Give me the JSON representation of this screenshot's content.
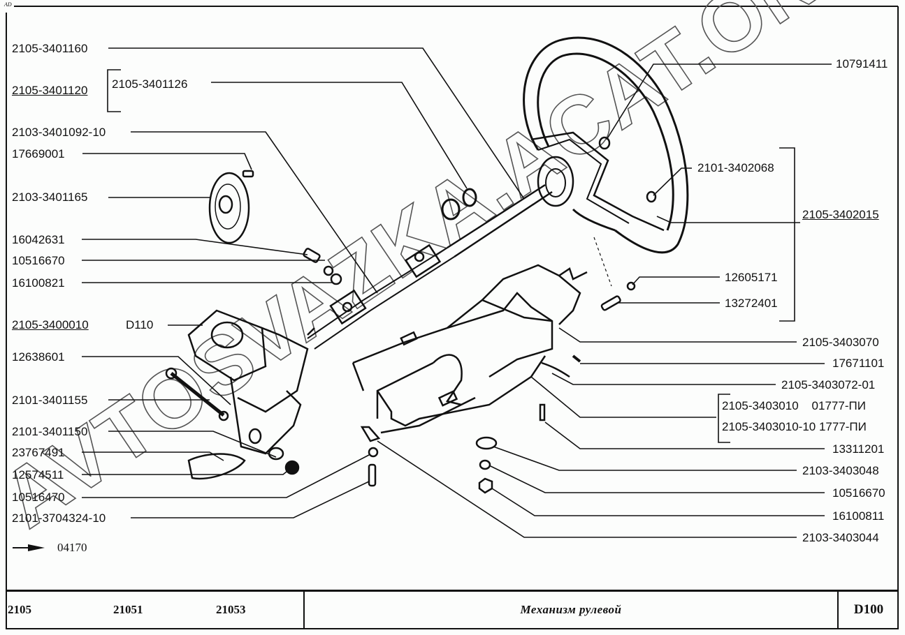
{
  "page": {
    "corner_mark": "AD",
    "watermark": "AVTOSVAZKA.ACAT.ONLINE"
  },
  "diagram": {
    "title": "Механизм рулевой",
    "page_code": "D100",
    "models": [
      "2105",
      "21051",
      "21053"
    ],
    "reference_arrow_label": "04170"
  },
  "labels_left": [
    {
      "id": "l1",
      "text": "2105-3401160",
      "underline": false
    },
    {
      "id": "l2",
      "text": "2105-3401120",
      "underline": true
    },
    {
      "id": "l3",
      "text": "2105-3401126",
      "underline": false
    },
    {
      "id": "l4",
      "text": "2103-3401092-10",
      "underline": false
    },
    {
      "id": "l5",
      "text": "17669001",
      "underline": false
    },
    {
      "id": "l6",
      "text": "2103-3401165",
      "underline": false
    },
    {
      "id": "l7",
      "text": "16042631",
      "underline": false
    },
    {
      "id": "l8",
      "text": "10516670",
      "underline": false
    },
    {
      "id": "l9",
      "text": "16100821",
      "underline": false
    },
    {
      "id": "l10",
      "text": "2105-3400010",
      "underline": true
    },
    {
      "id": "l10b",
      "text": "D110",
      "underline": false
    },
    {
      "id": "l11",
      "text": "12638601",
      "underline": false
    },
    {
      "id": "l12",
      "text": "2101-3401155",
      "underline": false
    },
    {
      "id": "l13",
      "text": "2101-3401150",
      "underline": false
    },
    {
      "id": "l14",
      "text": "23767491",
      "underline": false
    },
    {
      "id": "l15",
      "text": "12574511",
      "underline": false
    },
    {
      "id": "l16",
      "text": "10516470",
      "underline": false
    },
    {
      "id": "l17",
      "text": "2101-3704324-10",
      "underline": false
    }
  ],
  "labels_right": [
    {
      "id": "r1",
      "text": "10791411",
      "underline": false
    },
    {
      "id": "r2",
      "text": "2101-3402068",
      "underline": false
    },
    {
      "id": "r3",
      "text": "2105-3402015",
      "underline": true
    },
    {
      "id": "r4",
      "text": "12605171",
      "underline": false
    },
    {
      "id": "r5",
      "text": "13272401",
      "underline": false
    },
    {
      "id": "r6",
      "text": "2105-3403070",
      "underline": false
    },
    {
      "id": "r7",
      "text": "17671101",
      "underline": false
    },
    {
      "id": "r8",
      "text": "2105-3403072-01",
      "underline": false
    },
    {
      "id": "r9",
      "text": "2105-3403010    01777-ПИ",
      "underline": false
    },
    {
      "id": "r10",
      "text": "2105-3403010-10 1777-ПИ",
      "underline": false
    },
    {
      "id": "r11",
      "text": "13311201",
      "underline": false
    },
    {
      "id": "r12",
      "text": "2103-3403048",
      "underline": false
    },
    {
      "id": "r13",
      "text": "10516670",
      "underline": false
    },
    {
      "id": "r14",
      "text": "16100811",
      "underline": false
    },
    {
      "id": "r15",
      "text": "2103-3403044",
      "underline": false
    }
  ]
}
